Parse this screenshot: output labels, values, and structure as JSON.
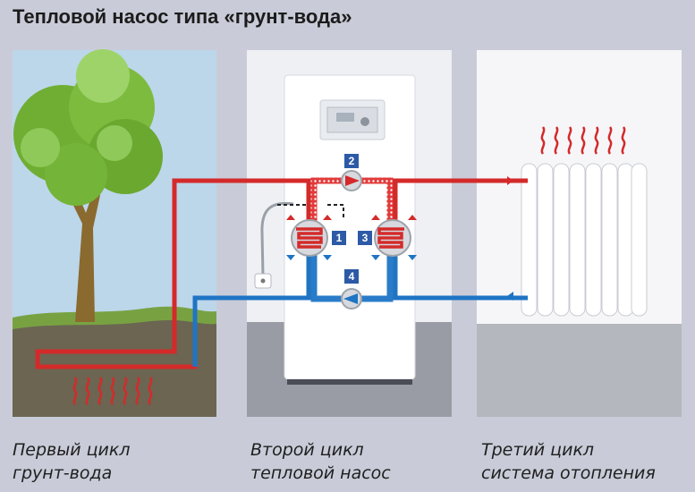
{
  "title": "Тепловой насос типа «грунт-вода»",
  "panels": [
    {
      "line1": "Первый цикл",
      "line2": "грунт-вода"
    },
    {
      "line1": "Второй цикл",
      "line2": "тепловой насос"
    },
    {
      "line1": "Третий цикл",
      "line2": "система отопления"
    }
  ],
  "markers": [
    "1",
    "2",
    "3",
    "4"
  ],
  "colors": {
    "hot_pipe": "#d42a2a",
    "cold_pipe": "#1f74c4",
    "marker": "#2d5aa6",
    "tree_leaves": "#7ab83a",
    "soil": "#6b6552"
  }
}
